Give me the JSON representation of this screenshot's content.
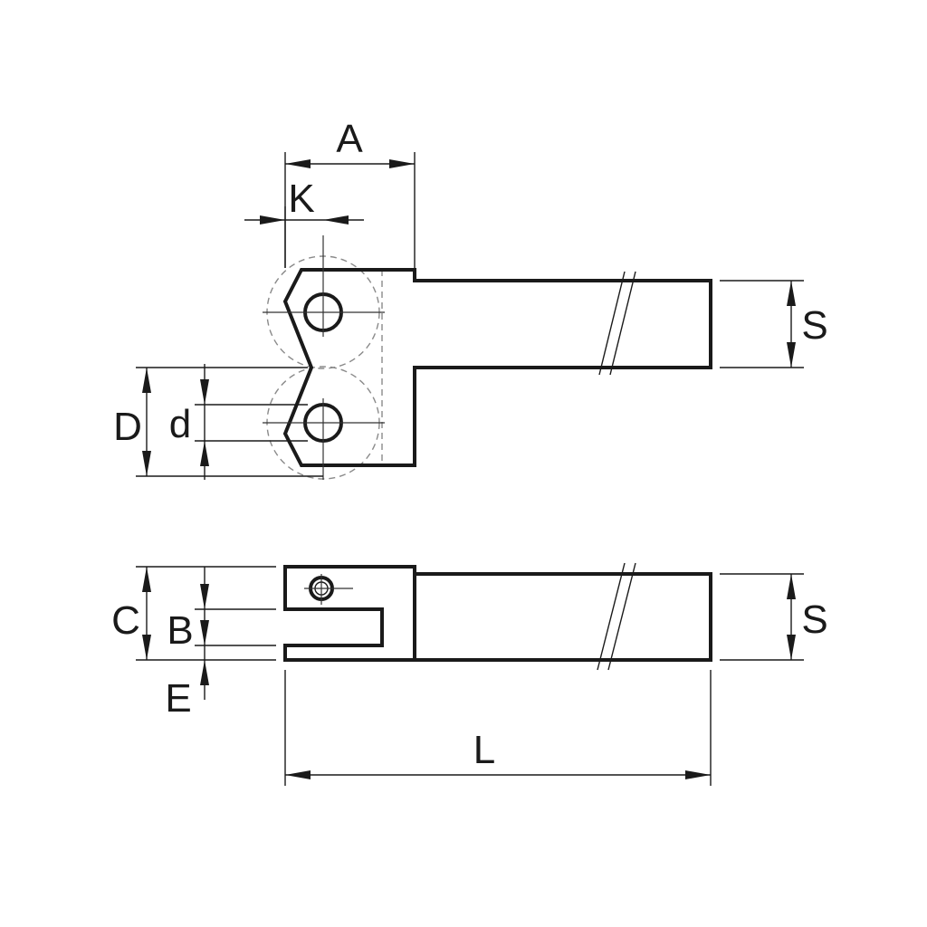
{
  "labels": {
    "A": "A",
    "K": "K",
    "S_top": "S",
    "D": "D",
    "d": "d",
    "C": "C",
    "B": "B",
    "E": "E",
    "S_bottom": "S",
    "L": "L"
  },
  "colors": {
    "line": "#1a1a1a",
    "hidden": "#8a8a8a",
    "background": "#ffffff"
  }
}
